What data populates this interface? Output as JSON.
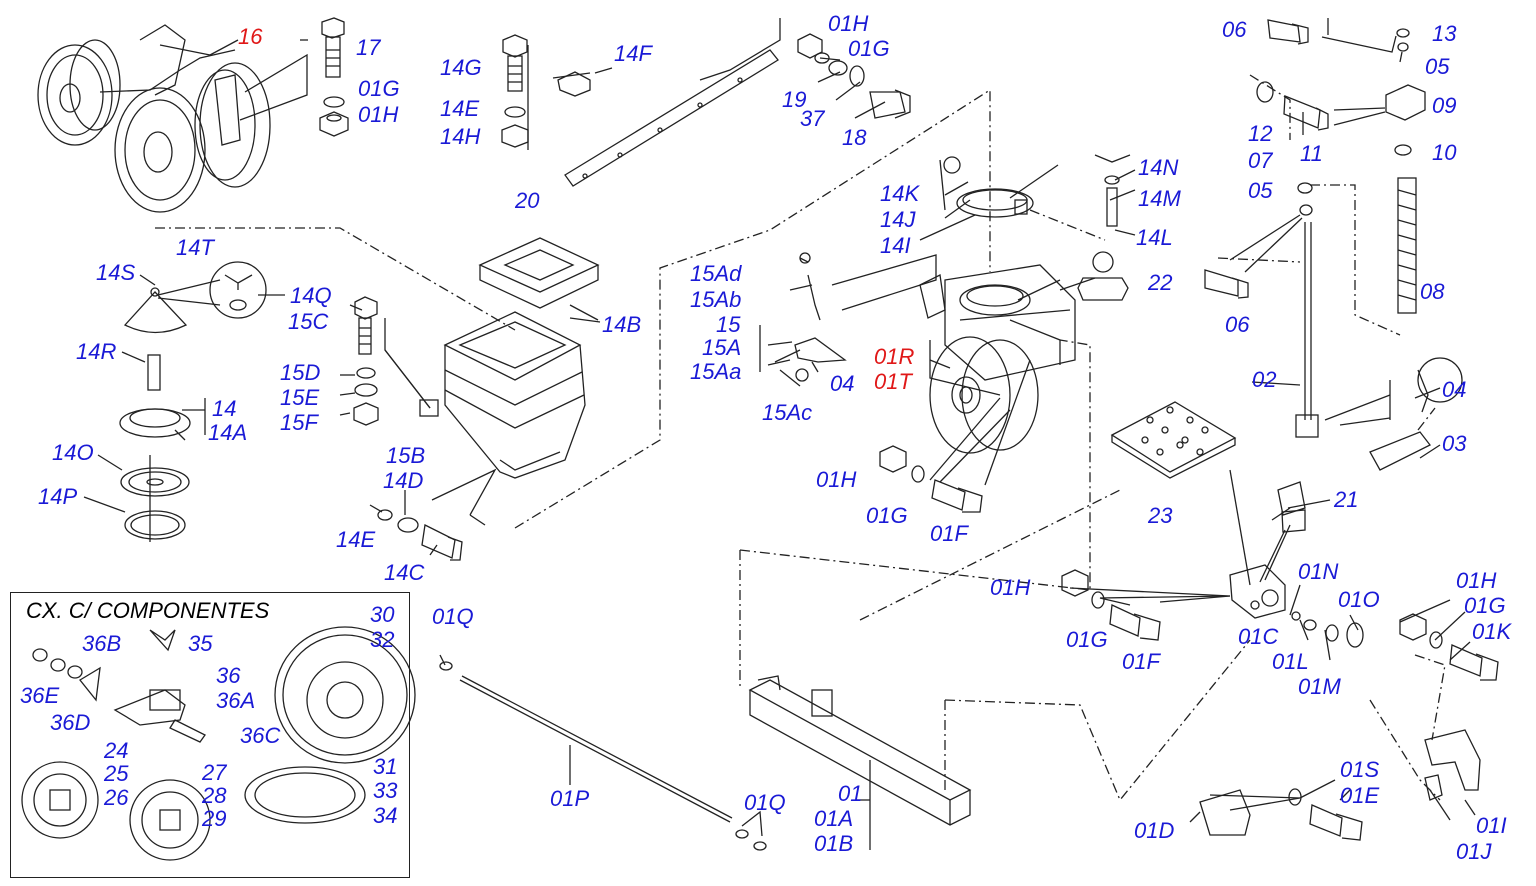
{
  "colors": {
    "label": "#1a1ad6",
    "highlight": "#e01818",
    "line": "#222222"
  },
  "inset": {
    "title": "CX. C/ COMPONENTES"
  },
  "labels": {
    "p16": "16",
    "p17": "17",
    "p01G_a": "01G",
    "p01H_a": "01H",
    "p14G": "14G",
    "p14F": "14F",
    "p14E_a": "14E",
    "p14H": "14H",
    "p01H_b": "01H",
    "p01G_b": "01G",
    "p19": "19",
    "p37": "37",
    "p18": "18",
    "p20": "20",
    "p06_a": "06",
    "p13": "13",
    "p05_a": "05",
    "p12": "12",
    "p11": "11",
    "p09": "09",
    "p07": "07",
    "p10": "10",
    "p05_b": "05",
    "p08": "08",
    "p06_b": "06",
    "p14N": "14N",
    "p14M": "14M",
    "p14L": "14L",
    "p14K": "14K",
    "p14J": "14J",
    "p14I": "14I",
    "p14S": "14S",
    "p14T": "14T",
    "p14Q": "14Q",
    "p14R": "14R",
    "p14": "14",
    "p14A": "14A",
    "p14O": "14O",
    "p14P": "14P",
    "p15C": "15C",
    "p15D": "15D",
    "p15E": "15E",
    "p15F": "15F",
    "p15B": "15B",
    "p14D": "14D",
    "p14E_b": "14E",
    "p14C": "14C",
    "p14B": "14B",
    "p15Ad": "15Ad",
    "p15Ab": "15Ab",
    "p15": "15",
    "p15A": "15A",
    "p15Aa": "15Aa",
    "p04_a": "04",
    "p15Ac": "15Ac",
    "p01R": "01R",
    "p01T": "01T",
    "p22": "22",
    "p01H_c": "01H",
    "p01G_c": "01G",
    "p01F_a": "01F",
    "p02": "02",
    "p04_b": "04",
    "p03": "03",
    "p23": "23",
    "p21": "21",
    "p01H_d": "01H",
    "p01G_d": "01G",
    "p01F_b": "01F",
    "p01C": "01C",
    "p01N": "01N",
    "p01L": "01L",
    "p01M": "01M",
    "p01O": "01O",
    "p01H_e": "01H",
    "p01G_e": "01G",
    "p01K": "01K",
    "p01Q_a": "01Q",
    "p01P": "01P",
    "p01Q_b": "01Q",
    "p01": "01",
    "p01A": "01A",
    "p01B": "01B",
    "p01D": "01D",
    "p01S": "01S",
    "p01E": "01E",
    "p01I": "01I",
    "p01J": "01J",
    "p30": "30",
    "p32": "32",
    "p36B": "36B",
    "p35": "35",
    "p36": "36",
    "p36A": "36A",
    "p36E": "36E",
    "p36D": "36D",
    "p36C": "36C",
    "p24": "24",
    "p25": "25",
    "p26": "26",
    "p27": "27",
    "p28": "28",
    "p29": "29",
    "p31": "31",
    "p33": "33",
    "p34": "34"
  }
}
